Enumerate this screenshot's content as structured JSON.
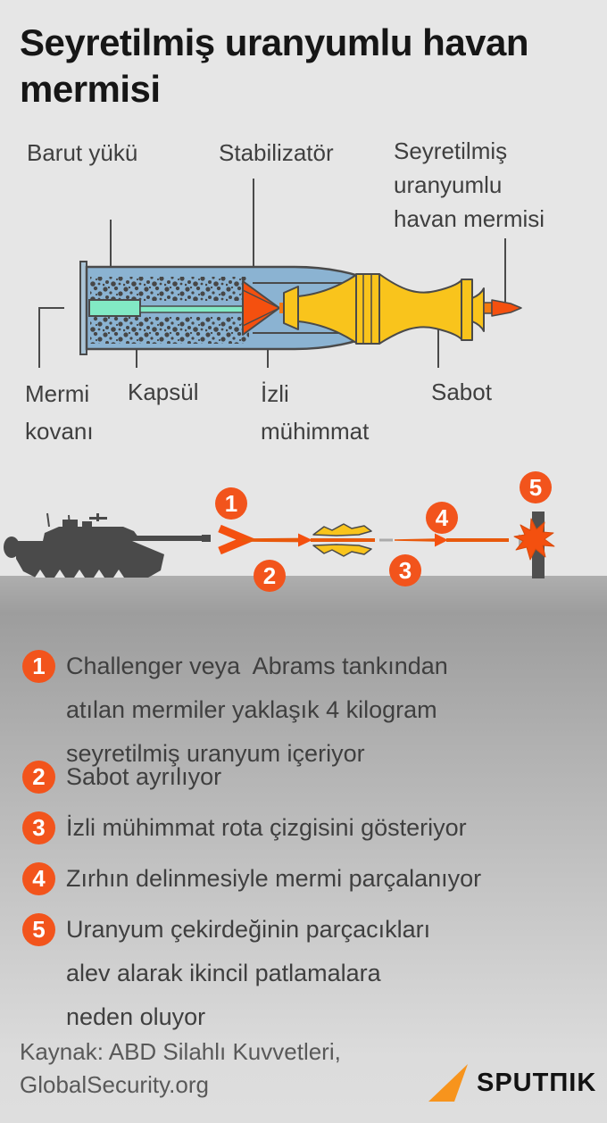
{
  "title": {
    "lines": [
      "Seyretilmiş uranyumlu havan",
      "mermisi"
    ]
  },
  "diagram": {
    "labels": {
      "powder_charge": "Barut yükü",
      "stabilizer": "Stabilizatör",
      "du_shell_lines": [
        "Seyretilmiş",
        "uranyumlu",
        "havan mermisi"
      ],
      "case_lines": [
        "Mermi",
        "kovanı"
      ],
      "primer": "Kapsül",
      "tracer_lines": [
        "İzli",
        "mühimmat"
      ],
      "sabot": "Sabot"
    }
  },
  "sequence": {
    "badges": [
      "1",
      "2",
      "3",
      "4",
      "5"
    ]
  },
  "steps": [
    {
      "num": "1",
      "lines": [
        "Challenger veya  Abrams tankından",
        "atılan mermiler yaklaşık 4 kilogram",
        "seyretilmiş uranyum içeriyor"
      ]
    },
    {
      "num": "2",
      "lines": [
        "Sabot ayrılıyor"
      ]
    },
    {
      "num": "3",
      "lines": [
        "İzli mühimmat rota çizgisini gösteriyor"
      ]
    },
    {
      "num": "4",
      "lines": [
        "Zırhın delinmesiyle mermi parçalanıyor"
      ]
    },
    {
      "num": "5",
      "lines": [
        "Uranyum çekirdeğinin parçacıkları",
        "alev alarak ikincil patlamalara",
        "neden oluyor"
      ]
    }
  ],
  "footer": {
    "source_lines": [
      "Kaynak: ABD Silahlı Kuvvetleri,",
      "GlobalSecurity.org"
    ],
    "brand": "SPUTΠIK"
  },
  "colors": {
    "accent_orange": "#f2541c",
    "flash_orange": "#f4500f",
    "rod_orange": "#f47a10",
    "dart_orange": "#e8590c",
    "sabot_yellow": "#f9c41c",
    "case_blue": "#8bb3d2",
    "rim_blue": "#aac4d6",
    "capsule_teal": "#82e9c4",
    "outline_dark": "#4a4a4a",
    "tank_gray": "#4a4a4a",
    "wall_gray": "#4f4f4f",
    "arrow_gray": "#ababab",
    "bg_top": "#e6e6e6",
    "text_dark": "#161616",
    "text_gray": "#3f3f3f",
    "footer_gray": "#595959",
    "logo_orange": "#f7941d"
  }
}
